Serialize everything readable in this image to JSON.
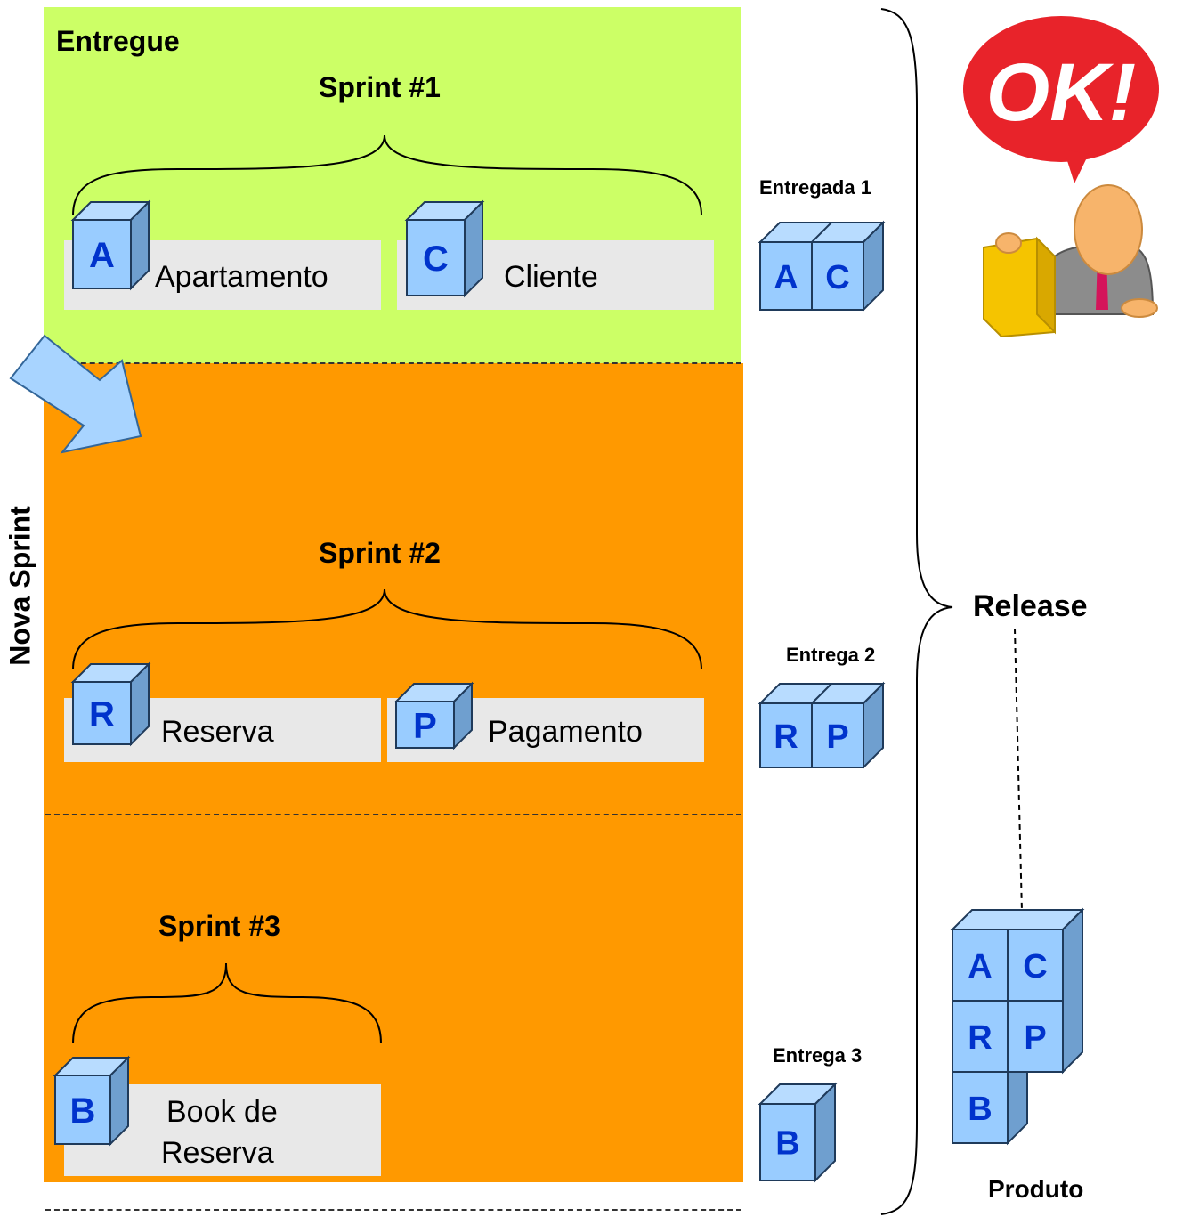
{
  "panels": {
    "delivered_label": "Entregue",
    "new_sprint_label": "Nova Sprint"
  },
  "sprints": [
    {
      "title": "Sprint #1",
      "features": [
        {
          "letter": "A",
          "name": "Apartamento"
        },
        {
          "letter": "C",
          "name": "Cliente"
        }
      ]
    },
    {
      "title": "Sprint #2",
      "features": [
        {
          "letter": "R",
          "name": "Reserva"
        },
        {
          "letter": "P",
          "name": "Pagamento"
        }
      ]
    },
    {
      "title": "Sprint #3",
      "features": [
        {
          "letter": "B",
          "name_line1": "Book de",
          "name_line2": "Reserva"
        }
      ]
    }
  ],
  "deliveries": [
    {
      "label": "Entregada 1",
      "letters": [
        "A",
        "C"
      ]
    },
    {
      "label": "Entrega 2",
      "letters": [
        "R",
        "P"
      ]
    },
    {
      "label": "Entrega 3",
      "letters": [
        "B"
      ]
    }
  ],
  "release_label": "Release",
  "product": {
    "label": "Produto",
    "rows": [
      [
        "A",
        "C"
      ],
      [
        "R",
        "P"
      ],
      [
        "B"
      ]
    ]
  },
  "ok_badge": "OK!",
  "colors": {
    "delivered_bg": "#ccff66",
    "sprint_bg": "#ff9900",
    "cube_front": "#99ccff",
    "cube_top": "#b8dcff",
    "cube_side": "#6f9fcf",
    "cube_letter": "#0033cc",
    "feature_bar": "#e8e8e8",
    "ok_red": "#e8232a"
  }
}
